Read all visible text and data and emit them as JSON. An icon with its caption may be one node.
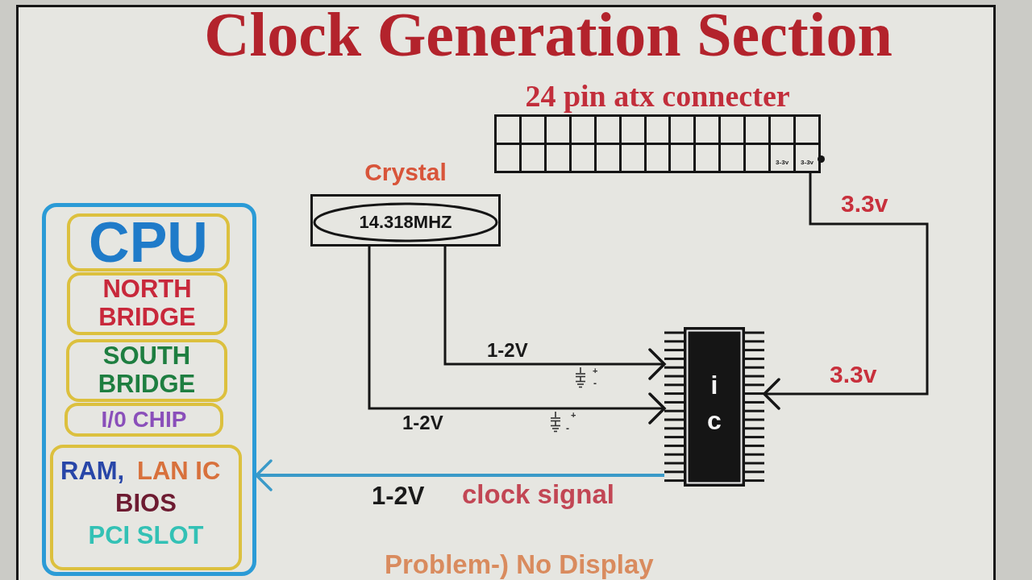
{
  "diagram": {
    "title": "Clock Generation Section",
    "nodes": [
      {
        "text": [],
        "shape": "box"
      },
      {
        "text": [
          "CPU"
        ],
        "in": 0
      },
      {
        "text": [
          "NORTH BRIDGE"
        ],
        "in": 0
      },
      {
        "text": [
          "SOUTH BRIDGE"
        ],
        "in": 0
      },
      {
        "text": [
          "I/0 CHIP"
        ],
        "in": 0
      },
      {
        "text": [
          "RAM,",
          "LAN IC",
          "BIOS",
          "PCI SLOT"
        ],
        "in": 0
      },
      {
        "text": [
          "Crystal"
        ]
      },
      {
        "text": [
          "14.318MHZ"
        ],
        "in": 6
      },
      {
        "text": [
          "24 pin atx connecter",
          "3-3v",
          "3-3v"
        ]
      },
      {
        "text": [
          "i",
          "c"
        ]
      }
    ],
    "edges": [
      {
        "from": 6,
        "to": 9,
        "arrow": "to",
        "label": "1-2V"
      },
      {
        "from": 6,
        "to": 9,
        "arrow": "to",
        "label": "1-2V"
      },
      {
        "from": 8,
        "to": 9,
        "arrow": "to",
        "label": "3.3v"
      },
      {
        "from": 9,
        "to": 0,
        "arrow": "to",
        "label": "1-2V",
        "color": "#3a9ac8"
      }
    ],
    "labels": [
      "+",
      "-",
      "3.3v",
      "+",
      "-",
      "clock signal",
      "Problem-) No Display"
    ]
  }
}
